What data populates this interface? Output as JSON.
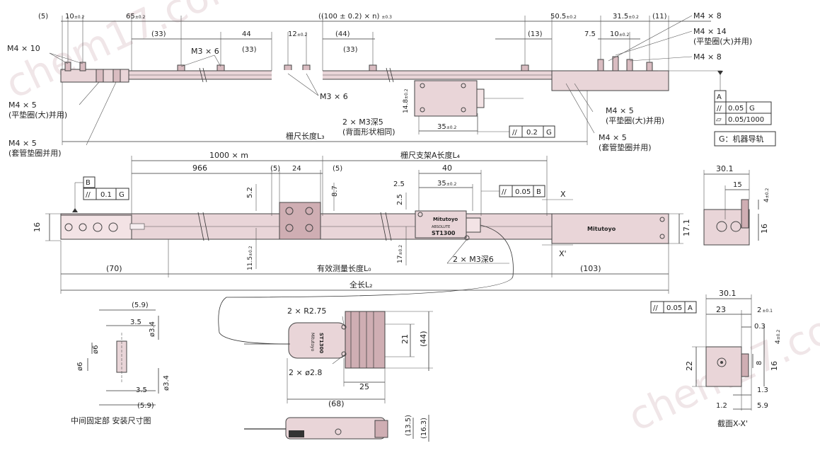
{
  "watermark": "chem17.com",
  "top": {
    "dims": {
      "d5": "(5)",
      "d10": "10",
      "tol_pm02": "±0.2",
      "d65": "65",
      "d33": "(33)",
      "d44": "44",
      "d12": "12",
      "d44p": "(44)",
      "pitch": "((100 ± 0.2) × n)",
      "pitch_tol": "±0.3",
      "d13": "(13)",
      "d50_5": "50.5",
      "d31_5": "31.5",
      "d11": "(11)",
      "d7_5": "7.5",
      "d14_8": "14.8",
      "d35": "35",
      "scale_len": "栅尺长度L₃"
    },
    "labels": {
      "m4x10": "M4 × 10",
      "m3x6_a": "M3 × 6",
      "m3x6_b": "M3 × 6",
      "m4x5_a": "M4 × 5",
      "m4x5_a_note": "(平垫圈(大)并用)",
      "m4x5_b": "M4 × 5",
      "m4x5_b_note": "(套管垫圈并用)",
      "m3_deep5": "2 × M3深5",
      "m3_deep5_note": "(背面形状相同)",
      "m4x8_a": "M4 × 8",
      "m4x14": "M4 × 14",
      "m4x14_note": "(平垫圈(大)并用)",
      "m4x8_b": "M4 × 8",
      "m4x5_c": "M4 × 5",
      "m4x5_c_note": "(平垫圈(大)并用)",
      "m4x5_d": "M4 × 5",
      "m4x5_d_note": "(套管垫圈并用)"
    },
    "gdt_parallel": "//",
    "gdt_val": "0.2",
    "gdt_ref": "G"
  },
  "datum_box": {
    "a": "A",
    "par": "//",
    "par_val": "0.05",
    "par_ref": "G",
    "flat": "▱",
    "flat_val": "0.05/1000"
  },
  "g_note": "G：机器导轨",
  "mid": {
    "dims": {
      "d1000m": "1000 × m",
      "support": "栅尺支架A长度L₄",
      "d966": "966",
      "d5a": "(5)",
      "d24": "24",
      "d5b": "(5)",
      "d40": "40",
      "d2_5a": "2.5",
      "d35": "35",
      "d2_5b": "2.5",
      "d5_2": "5.2",
      "d8_7": "8.7",
      "d16": "16",
      "d11_5": "11.5",
      "d17": "17",
      "d17_1": "17.1",
      "d70": "(70)",
      "eff": "有效测量长度L₀",
      "d103": "(103)",
      "total": "全长L₂",
      "x": "X",
      "xp": "X'"
    },
    "gdt_b": "B",
    "gdt_par": "//",
    "gdt_val": "0.1",
    "gdt_ref": "G",
    "gdt2_par": "//",
    "gdt2_val": "0.05",
    "gdt2_ref": "B",
    "m3_label": "2 × M3深6",
    "brand": "Mitutoyo",
    "brand2": "Mitutoyo",
    "model": "ST1300",
    "absolute": "ABSOLUTE"
  },
  "end_view": {
    "d30_1": "30.1",
    "d15": "15",
    "d4": "4",
    "d16": "16"
  },
  "mount": {
    "d5_9a": "(5.9)",
    "d3_5a": "3.5",
    "phi3_4a": "ø3.4",
    "phi6a": "ø6",
    "phi6b": "ø6",
    "d3_5b": "3.5",
    "phi3_4b": "ø3.4",
    "d5_9b": "(5.9)",
    "caption": "中间固定部 安装尺寸图"
  },
  "readhead": {
    "r275": "2 × R2.75",
    "phi28": "2 × ø2.8",
    "d21": "21",
    "d44": "(44)",
    "d25": "25",
    "d68": "(68)",
    "d13_5": "(13.5)",
    "d16_3": "(16.3)",
    "brand": "Mitutoyo",
    "model": "ST1300"
  },
  "section": {
    "gdt_par": "//",
    "gdt_val": "0.05",
    "gdt_ref": "A",
    "d30_1": "30.1",
    "d23": "23",
    "d2": "2",
    "d0_3": "0.3",
    "d4": "4",
    "d22": "22",
    "d8": "8",
    "d16": "16",
    "d1_3": "1.3",
    "d1_2": "1.2",
    "d5_9": "5.9",
    "caption": "截面X-X'"
  }
}
